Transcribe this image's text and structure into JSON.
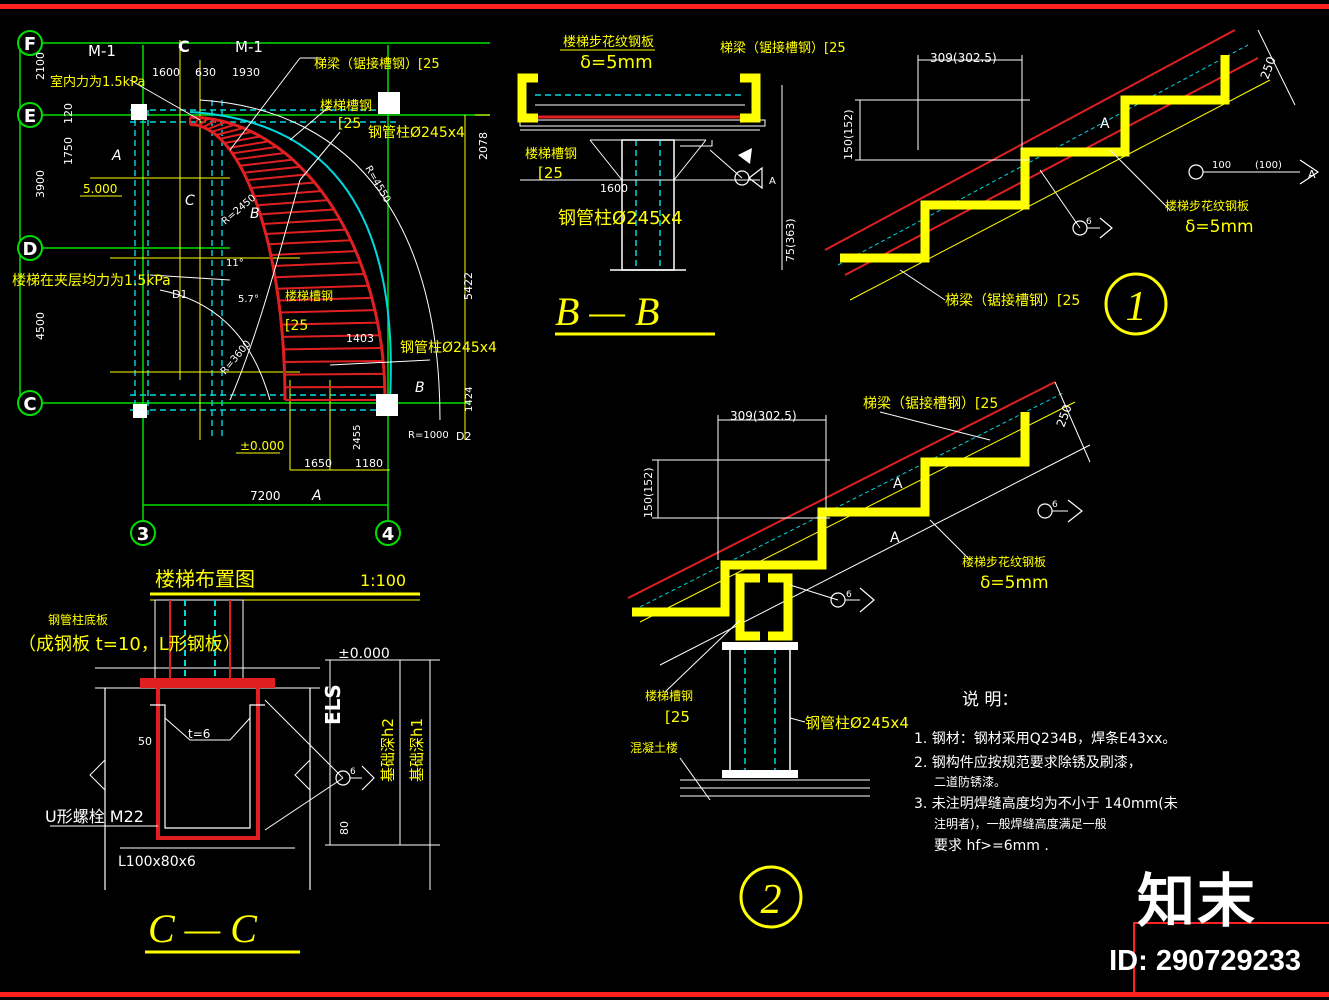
{
  "plan": {
    "axis_rows": [
      "F",
      "E",
      "D",
      "C"
    ],
    "axis_cols": [
      "3",
      "4"
    ],
    "row_dims": [
      "2100",
      "1750",
      "120",
      "3900",
      "4500"
    ],
    "top_dims": [
      "1600",
      "630",
      "1930"
    ],
    "right_dims": [
      "2078",
      "5422",
      "1424"
    ],
    "bottom_dims": [
      "1650",
      "2455",
      "1180"
    ],
    "overall_width": "7200",
    "door_left": "M-1",
    "door_right": "M-1",
    "load_top": "室内力为1.5kPa",
    "load_mid": "楼梯在夹层均力为1.5kPa",
    "elev_high": "5.000",
    "elev_low": "±0.000",
    "stringer_label": "梯梁（锯接槽钢）[25",
    "channel_label": "[25",
    "tube_label": "钢管柱Ø245x4",
    "tube_label2": "钢管柱Ø245x4",
    "inner_label": "楼梯槽钢",
    "inner_channel": "[25",
    "dim_1403": "1403",
    "radius_top": "R=4550",
    "radius_inner": "R=2450",
    "radius_outer": "R=3600",
    "radius_end": "R=1000",
    "angle_1": "11°",
    "angle_2": "5.7°",
    "point_d1": "D1",
    "point_d2": "D2",
    "mark_c": "C",
    "mark_a": "A",
    "mark_b": "B",
    "title": "楼梯布置图",
    "scale": "1:100"
  },
  "bb": {
    "plate_label": "楼梯步花纹钢板",
    "plate_thk": "δ=5mm",
    "stringer_label": "梯梁（锯接槽钢）[25",
    "channel_label": "楼梯槽钢",
    "channel_size": "[25",
    "width": "1600",
    "tube_label": "钢管柱Ø245x4",
    "height_dim": "75(363)",
    "title": "B — B"
  },
  "d1": {
    "tread": "309(302.5)",
    "riser": "150(152)",
    "width": "250",
    "mark_a": "A",
    "weld_1": "100",
    "weld_2": "(100)",
    "weld_end": "A",
    "weld_6": "6",
    "plate_label": "楼梯步花纹钢板",
    "plate_thk": "δ=5mm",
    "stringer_label": "梯梁（锯接槽钢）[25",
    "number": "1"
  },
  "d2": {
    "tread": "309(302.5)",
    "riser": "150(152)",
    "width": "250",
    "stringer_label": "梯梁（锯接槽钢）[25",
    "mark_a1": "A",
    "mark_a2": "A",
    "weld_6a": "6",
    "weld_6b": "6",
    "plate_label": "楼梯步花纹钢板",
    "plate_thk": "δ=5mm",
    "channel_label": "楼梯槽钢",
    "channel_size": "[25",
    "base_label": "混凝土楼",
    "tube_label": "钢管柱Ø245x4",
    "number": "2"
  },
  "cc": {
    "plate_label": "钢管柱底板",
    "plate_spec": "（成钢板 t=10，L形钢板）",
    "elev": "±0.000",
    "dim_t6": "t=6",
    "dim_50": "50",
    "bolt": "U形螺栓 M22",
    "angle_steel": "L100x80x6",
    "side_mark": "ELS",
    "h2": "基础深h2",
    "h1": "基础深h1",
    "dim_80": "80",
    "weld_6": "6",
    "title": "C — C"
  },
  "notes": {
    "title": "说 明：",
    "n1": "1.  钢材：钢材采用Q234B，焊条E43xx。",
    "n2": "2.  钢构件应按规范要求除锈及刷漆，",
    "n2b": "二道防锈漆。",
    "n3": "3.  未注明焊缝高度均为不小于 140mm(未",
    "n3b": "注明者)，一般焊缝高度满足一般",
    "n3c": "要求 hf>=6mm ."
  },
  "watermark": {
    "logo": "知末",
    "id": "ID: 290729233"
  },
  "colors": {
    "frame": "#ff2020",
    "yellow": "#ffff00",
    "red": "#e02020",
    "green": "#00e000",
    "cyan": "#00d8e0",
    "white": "#ffffff"
  }
}
